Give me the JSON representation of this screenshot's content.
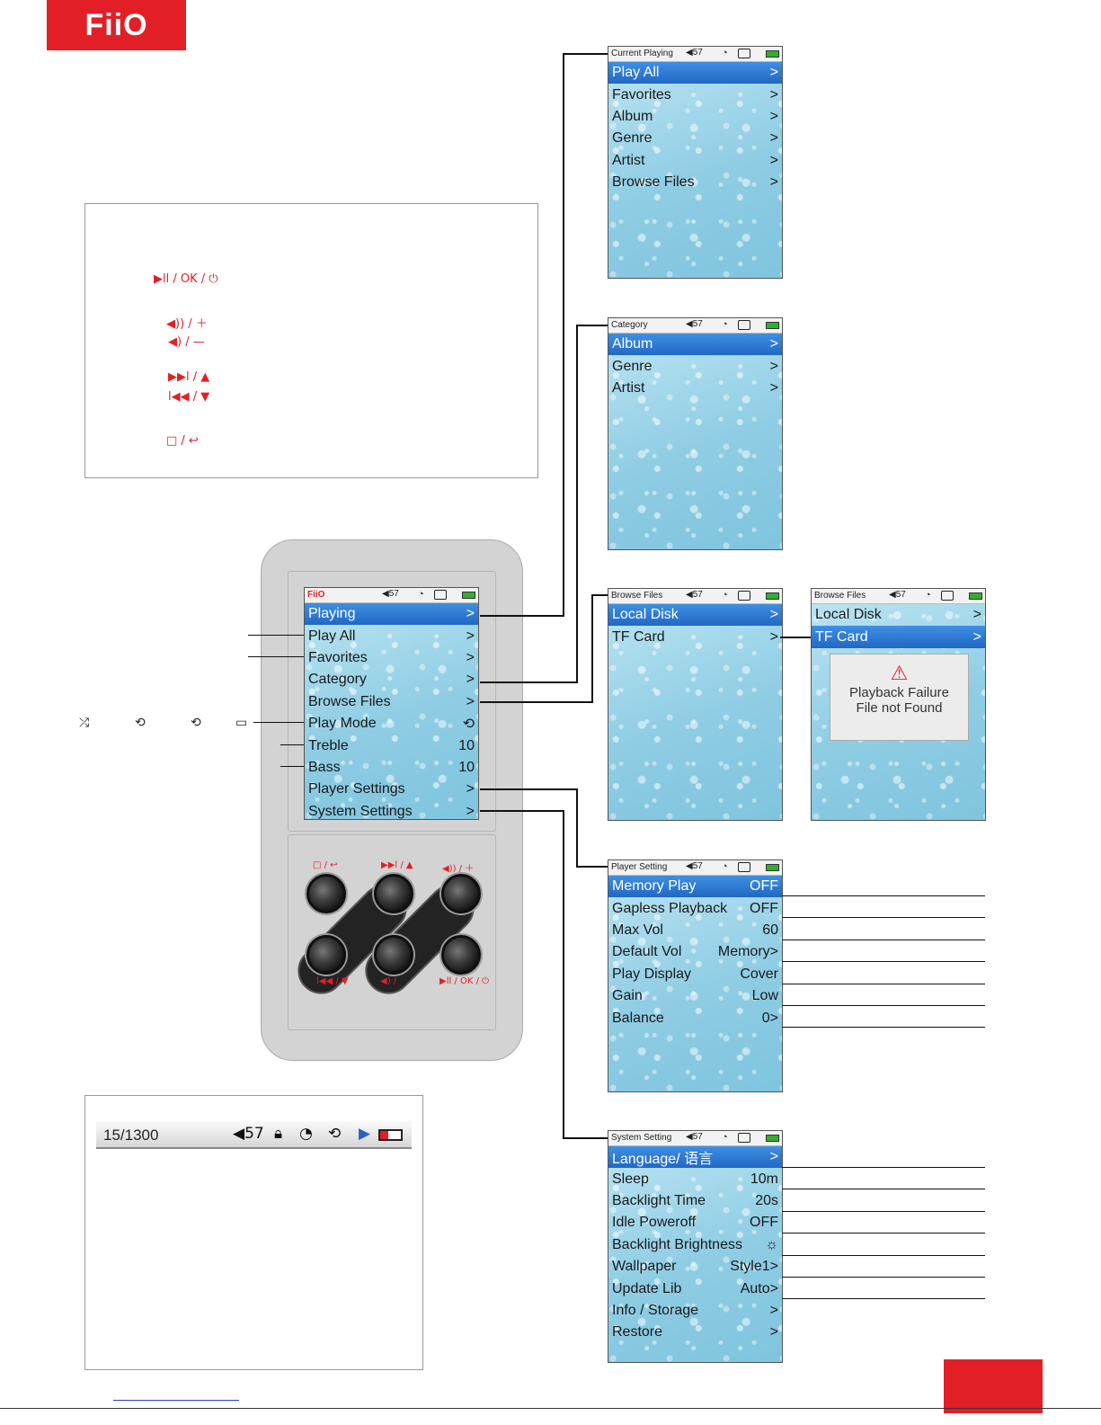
{
  "brand": "FiiO",
  "key_legend": [
    {
      "id": "play",
      "label": "▶ll / OK / ⏻"
    },
    {
      "id": "volup",
      "label": "◀)) / ＋"
    },
    {
      "id": "voldown",
      "label": "◀) / —"
    },
    {
      "id": "next",
      "label": "▶▶l / ▲"
    },
    {
      "id": "prev",
      "label": "l◀◀ / ▼"
    },
    {
      "id": "menu",
      "label": "□ / ↩"
    }
  ],
  "status_bar": {
    "track": "15/1300",
    "volume": "◀57"
  },
  "play_mode_icons": [
    "⤮",
    "⟲",
    "⟲",
    "▭"
  ],
  "device": {
    "screen": {
      "header": {
        "title": "FiiO",
        "volume": "◀57"
      },
      "items": [
        {
          "label": "Playing",
          "value": ">"
        },
        {
          "label": "Play All",
          "value": ">"
        },
        {
          "label": "Favorites",
          "value": ">"
        },
        {
          "label": "Category",
          "value": ">"
        },
        {
          "label": "Browse Files",
          "value": ">"
        },
        {
          "label": "Play Mode",
          "value": "⟲"
        },
        {
          "label": "Treble",
          "value": "10"
        },
        {
          "label": "Bass",
          "value": "10"
        },
        {
          "label": "Player Settings",
          "value": ">"
        },
        {
          "label": "System Settings",
          "value": ">"
        }
      ]
    },
    "buttons": {
      "menu": "□ / ↩",
      "next": "▶▶l / ▲",
      "volup": "◀)) / ＋",
      "prev": "l◀◀ / ▼",
      "voldown": "◀) /",
      "play": "▶ll / OK / ⏻"
    }
  },
  "screens": {
    "current": {
      "title": "Current Playing",
      "volume": "◀57",
      "items": [
        {
          "label": "Play All",
          "value": ">"
        },
        {
          "label": "Favorites",
          "value": ">"
        },
        {
          "label": "Album",
          "value": ">"
        },
        {
          "label": "Genre",
          "value": ">"
        },
        {
          "label": "Artist",
          "value": ">"
        },
        {
          "label": "Browse Files",
          "value": ">"
        }
      ]
    },
    "category": {
      "title": "Category",
      "volume": "◀57",
      "items": [
        {
          "label": "Album",
          "value": ">"
        },
        {
          "label": "Genre",
          "value": ">"
        },
        {
          "label": "Artist",
          "value": ">"
        }
      ]
    },
    "browse1": {
      "title": "Browse Files",
      "volume": "◀57",
      "items": [
        {
          "label": "Local Disk",
          "value": ">"
        },
        {
          "label": "TF Card",
          "value": ">"
        }
      ]
    },
    "browse2": {
      "title": "Browse Files",
      "volume": "◀57",
      "items": [
        {
          "label": "Local Disk",
          "value": ">"
        },
        {
          "label": "TF Card",
          "value": ">"
        }
      ],
      "popup": {
        "icon": "⚠",
        "line1": "Playback Failure",
        "line2": "File not Found"
      }
    },
    "player": {
      "title": "Player Setting",
      "volume": "◀57",
      "items": [
        {
          "label": "Memory Play",
          "value": "OFF"
        },
        {
          "label": "Gapless Playback",
          "value": "OFF"
        },
        {
          "label": "Max Vol",
          "value": "60"
        },
        {
          "label": "Default Vol",
          "value": "Memory>"
        },
        {
          "label": "Play Display",
          "value": "Cover"
        },
        {
          "label": "Gain",
          "value": "Low"
        },
        {
          "label": "Balance",
          "value": "0>"
        }
      ]
    },
    "system": {
      "title": "System Setting",
      "volume": "◀57",
      "items": [
        {
          "label": "Language/ 语言",
          "value": ">"
        },
        {
          "label": "Sleep",
          "value": "10m"
        },
        {
          "label": "Backlight Time",
          "value": "20s"
        },
        {
          "label": "Idle Poweroff",
          "value": "OFF"
        },
        {
          "label": "Backlight Brightness",
          "value": "☼"
        },
        {
          "label": "Wallpaper",
          "value": "Style1>"
        },
        {
          "label": "Update Lib",
          "value": "Auto>"
        },
        {
          "label": "Info / Storage",
          "value": ">"
        },
        {
          "label": "Restore",
          "value": ">"
        }
      ]
    }
  }
}
